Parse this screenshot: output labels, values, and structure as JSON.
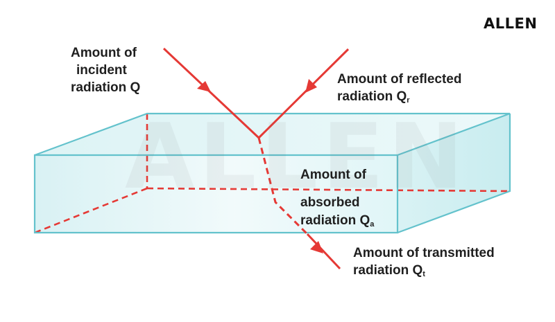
{
  "logo": {
    "text": "ALLEN"
  },
  "watermark": {
    "text": "ALLEN"
  },
  "labels": {
    "incident": [
      "Amount of",
      "incident",
      "radiation Q"
    ],
    "reflected": [
      "Amount of reflected",
      "radiation Q"
    ],
    "reflected_sub": "r",
    "absorbed": [
      "Amount of",
      "absorbed",
      "radiation Q"
    ],
    "absorbed_sub": "a",
    "transmitted": [
      "Amount of transmitted",
      "radiation Q"
    ],
    "transmitted_sub": "t"
  },
  "colors": {
    "ray": "#e53935",
    "slab_edge": "#63c2cc",
    "slab_fill": "#d6f2f4",
    "text": "#1f1f1f"
  }
}
